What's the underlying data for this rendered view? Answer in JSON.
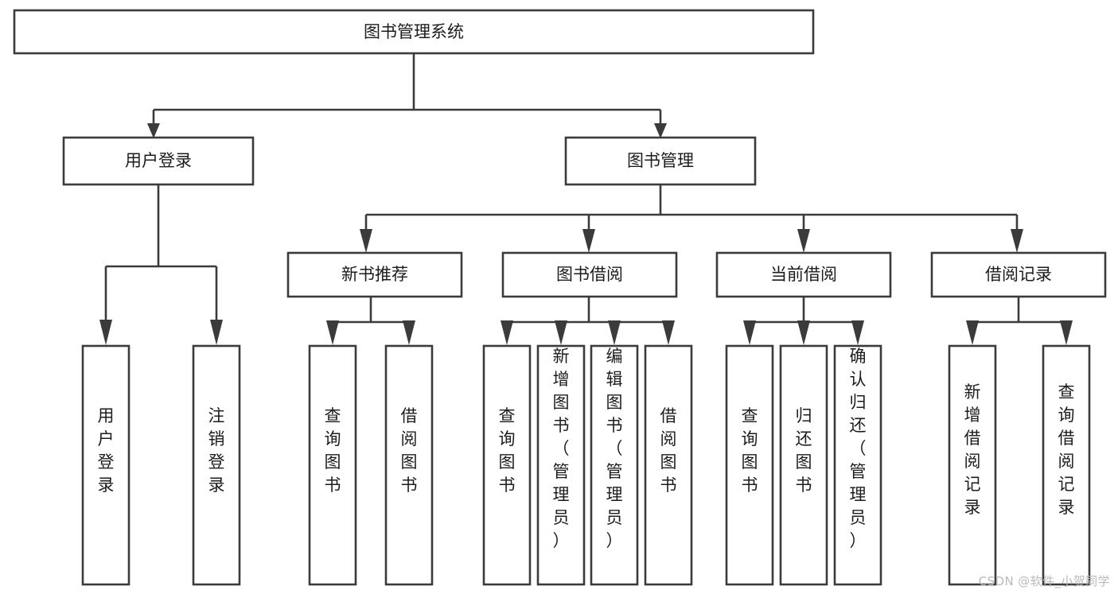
{
  "diagram": {
    "type": "tree-hierarchy",
    "title": "图书管理系统",
    "watermark": "CSDN @软件_小贺同学",
    "colors": {
      "stroke": "#3b3b3b",
      "fill": "#ffffff",
      "text": "#1c1c1c",
      "watermark": "#b9b9b9"
    },
    "nodes": {
      "root": {
        "label": "图书管理系统"
      },
      "level2": [
        {
          "label": "用户登录"
        },
        {
          "label": "图书管理"
        }
      ],
      "level3": [
        {
          "label": "新书推荐"
        },
        {
          "label": "图书借阅"
        },
        {
          "label": "当前借阅"
        },
        {
          "label": "借阅记录"
        }
      ],
      "leaves_user_login": [
        {
          "label": "用户登录"
        },
        {
          "label": "注销登录"
        }
      ],
      "leaves_new_book": [
        {
          "label": "查询图书"
        },
        {
          "label": "借阅图书"
        }
      ],
      "leaves_borrow": [
        {
          "label": "查询图书"
        },
        {
          "label": "新增图书（管理员）"
        },
        {
          "label": "编辑图书（管理员）"
        },
        {
          "label": "借阅图书"
        }
      ],
      "leaves_current": [
        {
          "label": "查询图书"
        },
        {
          "label": "归还图书"
        },
        {
          "label": "确认归还（管理员）"
        }
      ],
      "leaves_records": [
        {
          "label": "新增借阅记录"
        },
        {
          "label": "查询借阅记录"
        }
      ]
    }
  }
}
